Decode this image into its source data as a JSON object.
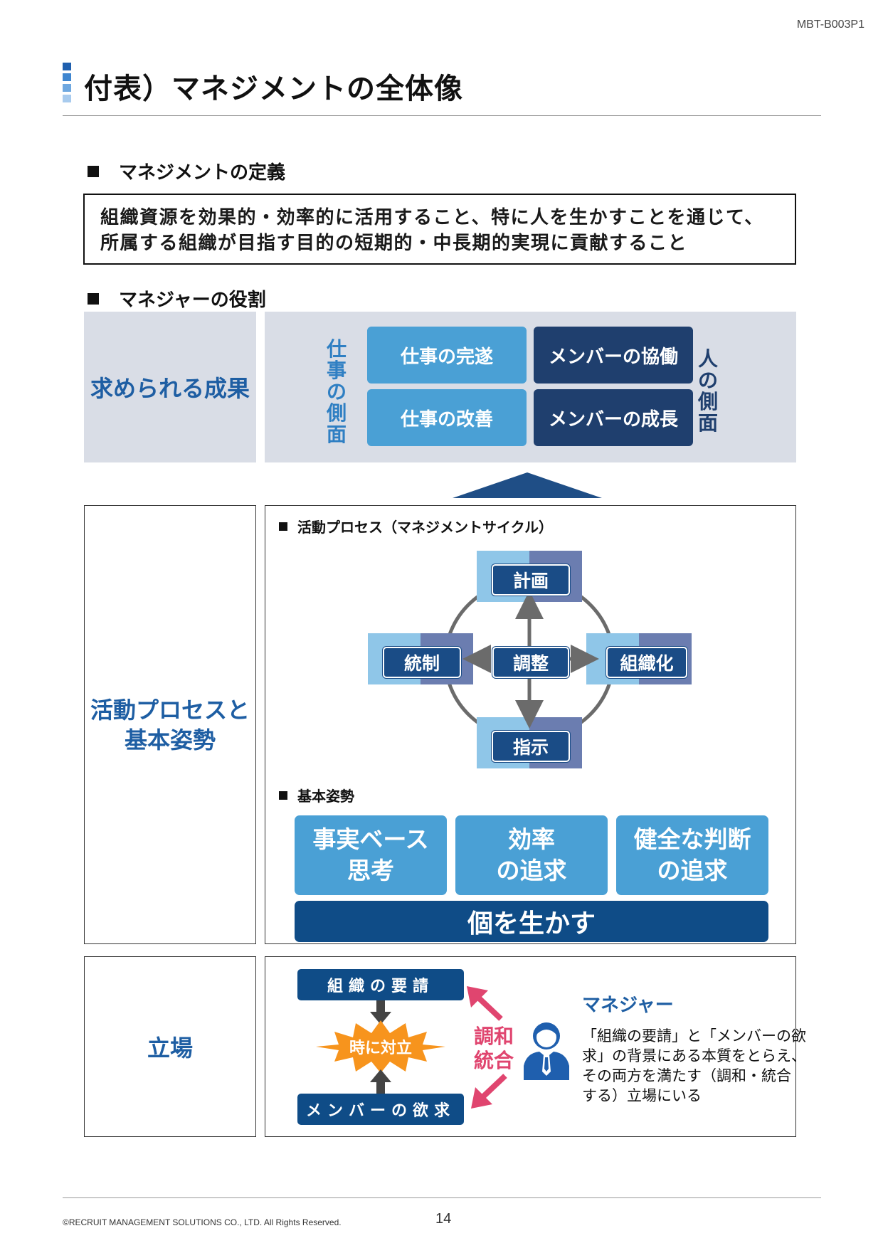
{
  "header": {
    "doc_code": "MBT-B003P1",
    "title": "付表）マネジメントの全体像"
  },
  "definition": {
    "heading": "マネジメントの定義",
    "line1": "組織資源を効果的・効率的に活用すること、特に人を生かすことを通じて、",
    "line2": "所属する組織が目指す目的の短期的・中長期的実現に貢献すること"
  },
  "roles": {
    "heading": "マネジャーの役割",
    "results": {
      "label": "求められる成果",
      "work_side": "仕事の側面",
      "people_side": "人の側面",
      "tiles": [
        "仕事の完遂",
        "メンバーの協働",
        "仕事の改善",
        "メンバーの成長"
      ]
    },
    "process": {
      "label_line1": "活動プロセスと",
      "label_line2": "基本姿勢",
      "cycle_heading": "活動プロセス（マネジメントサイクル）",
      "cycle": {
        "top": "計画",
        "left": "統制",
        "center": "調整",
        "right": "組織化",
        "bottom": "指示"
      },
      "stance_heading": "基本姿勢",
      "stances": [
        {
          "line1": "事実ベース",
          "line2": "思考"
        },
        {
          "line1": "効率",
          "line2": "の追求"
        },
        {
          "line1": "健全な判断",
          "line2": "の追求"
        }
      ],
      "stance_base": "個を生かす"
    },
    "position": {
      "label": "立場",
      "org_request": "組織の要請",
      "conflict": "時に対立",
      "member_desire": "メンバーの欲求",
      "harmony_line1": "調和",
      "harmony_line2": "統合",
      "manager_title": "マネジャー",
      "desc": [
        "「組織の要請」と「メンバーの欲",
        "求」の背景にある本質をとらえ、",
        "その両方を満たす（調和・統合",
        "する）立場にいる"
      ]
    }
  },
  "footer": {
    "copyright": "©RECRUIT MANAGEMENT SOLUTIONS CO., LTD. All Rights Reserved.",
    "page": "14"
  },
  "colors": {
    "light_blue": "#4aa0d5",
    "dark_navy": "#1f3f6e",
    "label_blue": "#1e5ea3",
    "pink": "#e0456f",
    "burst": "#f7941d"
  },
  "icons": [
    "manager-person-icon",
    "arrow-up-icon",
    "arrow-down-icon"
  ]
}
